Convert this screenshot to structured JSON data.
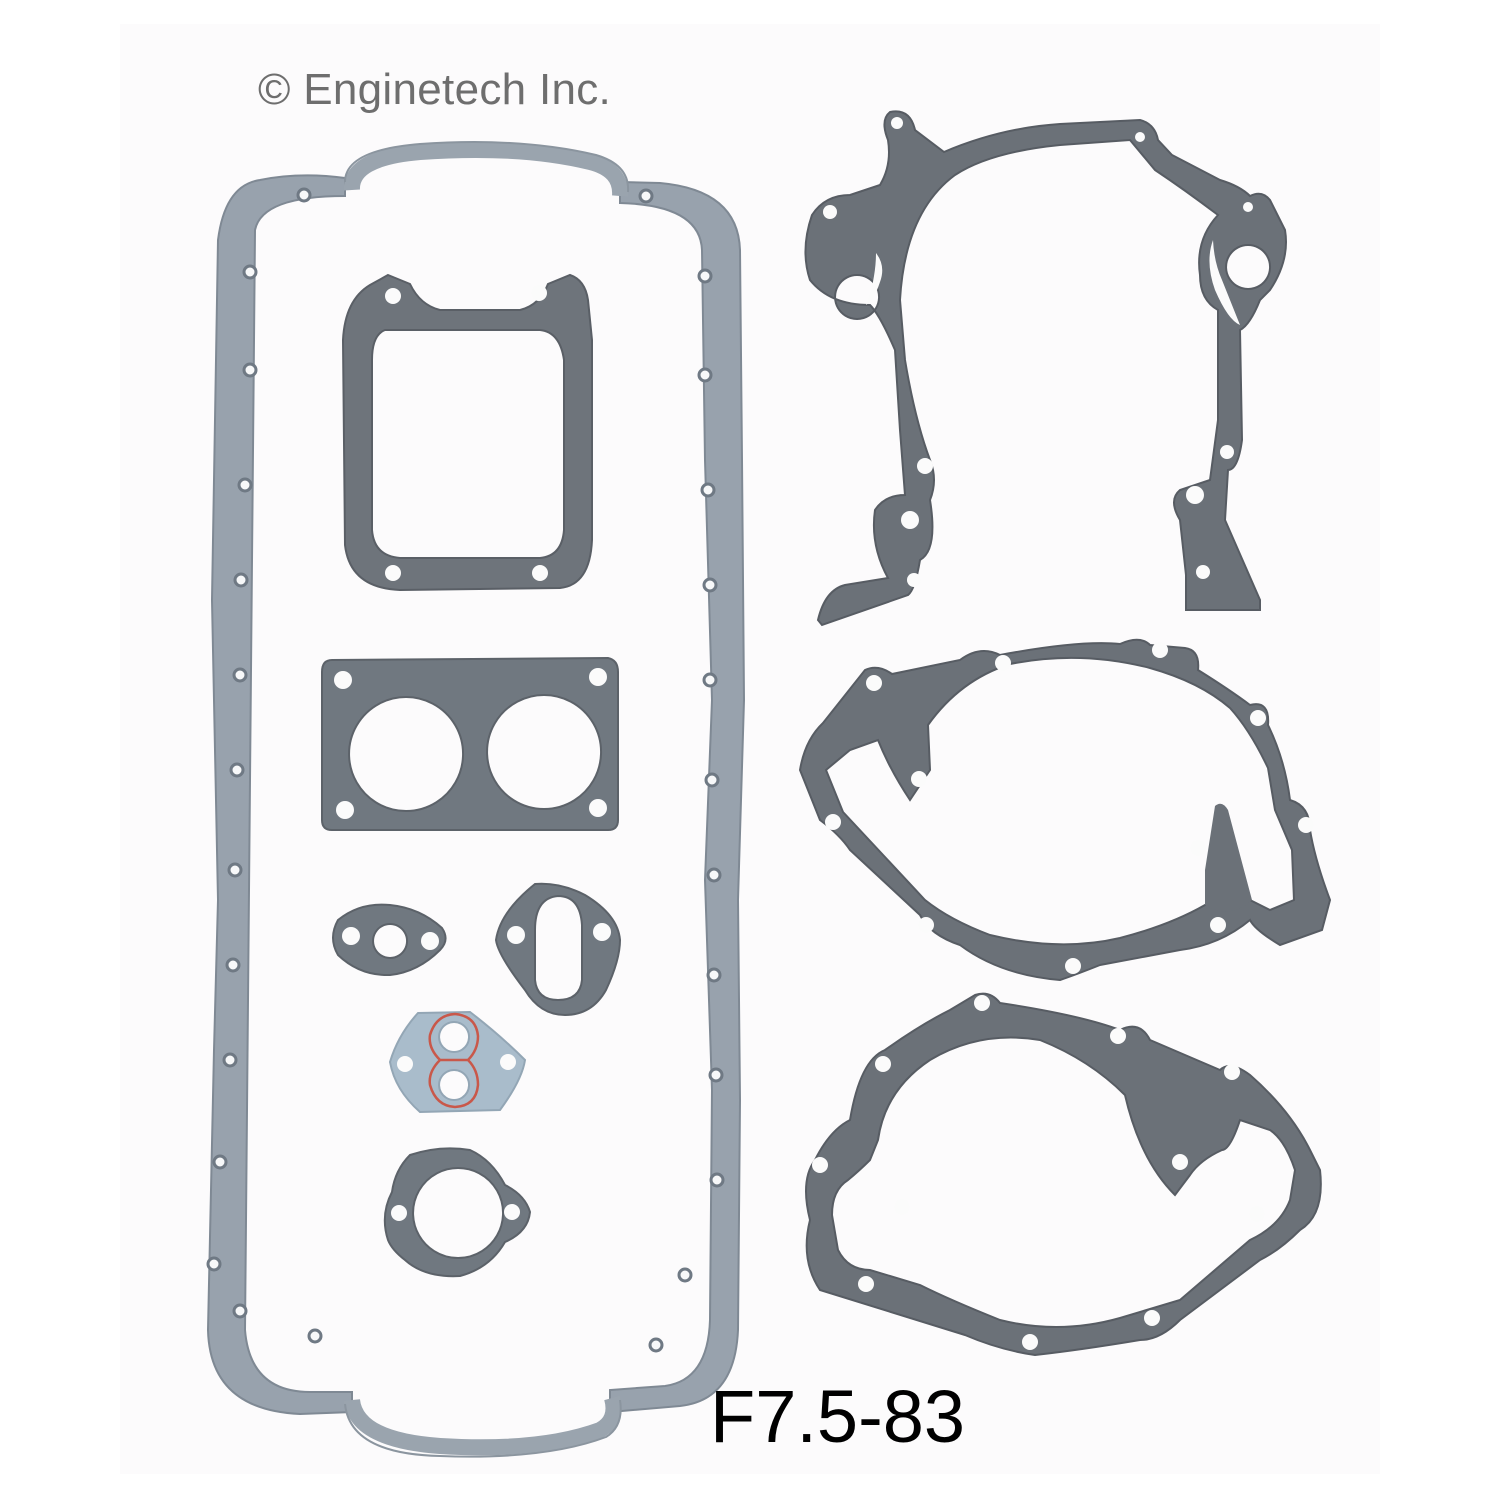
{
  "image": {
    "type": "product-photo",
    "subject": "engine gasket set",
    "background_color": "#ffffff",
    "panel_color": "#fcfbfc"
  },
  "labels": {
    "copyright": "© Enginetech Inc.",
    "part_number": "F7.5-83"
  },
  "colors": {
    "pan_gasket": "#98a2ad",
    "pan_gasket_edge": "#7f8994",
    "fiber_gasket": "#6e747b",
    "fiber_gasket_edge": "#5a5f66",
    "light_gasket": "#a9bccb",
    "sealing_bead": "#c9584a",
    "text_gray": "#6e6e6e",
    "text_black": "#000000"
  },
  "items": [
    {
      "name": "oil-pan-gasket",
      "color_key": "pan_gasket"
    },
    {
      "name": "intake-plenum-gasket",
      "color_key": "fiber_gasket"
    },
    {
      "name": "throttle-body-gasket",
      "color_key": "fiber_gasket"
    },
    {
      "name": "small-flange-gasket",
      "color_key": "fiber_gasket"
    },
    {
      "name": "fuel-pump-gasket",
      "color_key": "fiber_gasket"
    },
    {
      "name": "egr-gasket",
      "color_key": "light_gasket"
    },
    {
      "name": "thermostat-gasket",
      "color_key": "fiber_gasket"
    },
    {
      "name": "timing-cover-gasket",
      "color_key": "fiber_gasket"
    },
    {
      "name": "water-pump-gasket-upper",
      "color_key": "fiber_gasket"
    },
    {
      "name": "water-pump-gasket-lower",
      "color_key": "fiber_gasket"
    }
  ]
}
